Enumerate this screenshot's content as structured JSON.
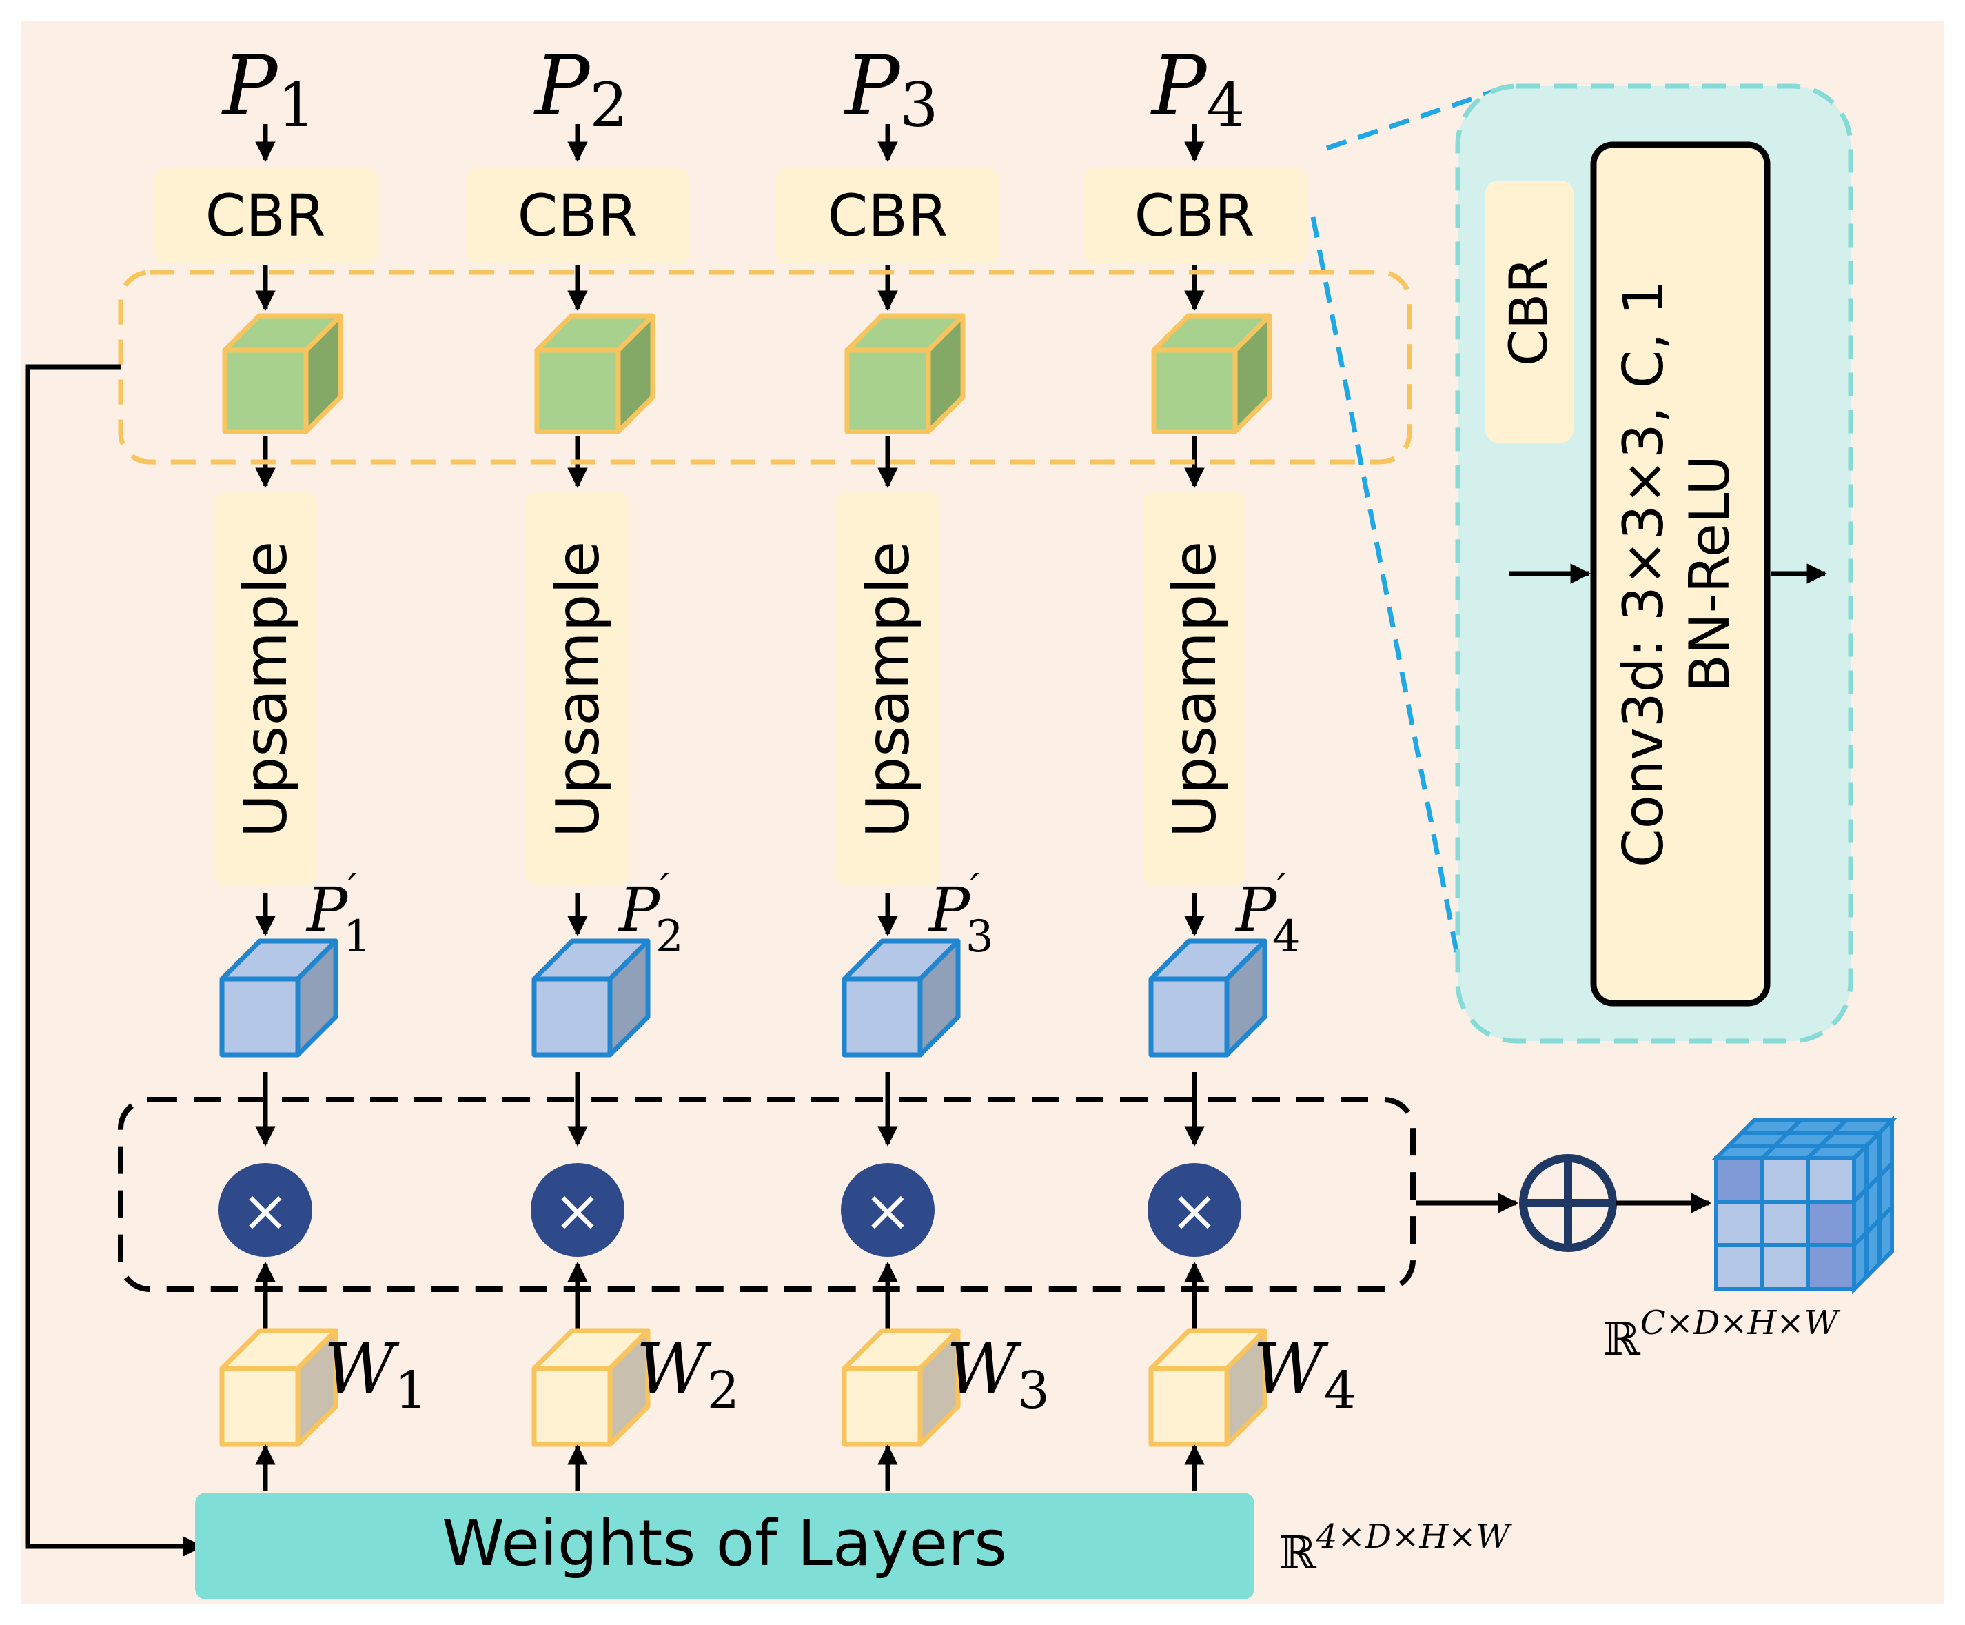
{
  "columns": [
    {
      "input": "P",
      "input_sub": "1",
      "cbr": "CBR",
      "upsample": "Upsample",
      "upsampled": "P",
      "upsampled_sub": "1",
      "upsampled_prime": "′",
      "weight": "W",
      "weight_sub": "1"
    },
    {
      "input": "P",
      "input_sub": "2",
      "cbr": "CBR",
      "upsample": "Upsample",
      "upsampled": "P",
      "upsampled_sub": "2",
      "upsampled_prime": "′",
      "weight": "W",
      "weight_sub": "2"
    },
    {
      "input": "P",
      "input_sub": "3",
      "cbr": "CBR",
      "upsample": "Upsample",
      "upsampled": "P",
      "upsampled_sub": "3",
      "upsampled_prime": "′",
      "weight": "W",
      "weight_sub": "3"
    },
    {
      "input": "P",
      "input_sub": "4",
      "cbr": "CBR",
      "upsample": "Upsample",
      "upsampled": "P",
      "upsampled_sub": "4",
      "upsampled_prime": "′",
      "weight": "W",
      "weight_sub": "4"
    }
  ],
  "weights_box": {
    "label": "Weights of Layers"
  },
  "weights_dim": {
    "base": "ℝ",
    "exponent": "4×D×H×W"
  },
  "output_dim": {
    "base": "ℝ",
    "exponent": "C×D×H×W"
  },
  "multiply_symbol": "×",
  "cbr_detail": {
    "label": "CBR",
    "line1": "Conv3d: 3×3×3, C, 1",
    "line2": "BN-ReLU"
  },
  "colors": {
    "background": "#fcefe5",
    "cbr_fill": "#fff2d2",
    "green_cube": "#a9d18e",
    "green_side": "#84a866",
    "blue_cube": "#b4c7e7",
    "blue_side": "#8fa0b8",
    "blue_edge": "#1f86cf",
    "weight_cube": "#fff2d2",
    "weight_side": "#c9bfae",
    "orange_edge": "#f7c45d",
    "multiply_node": "#2e4a8b",
    "weights_box": "#7fded5",
    "detail_panel": "#d3f0ec",
    "detail_border": "#86dbd7",
    "cyan_dash": "#1fa8e6",
    "arrow": "#000000"
  }
}
